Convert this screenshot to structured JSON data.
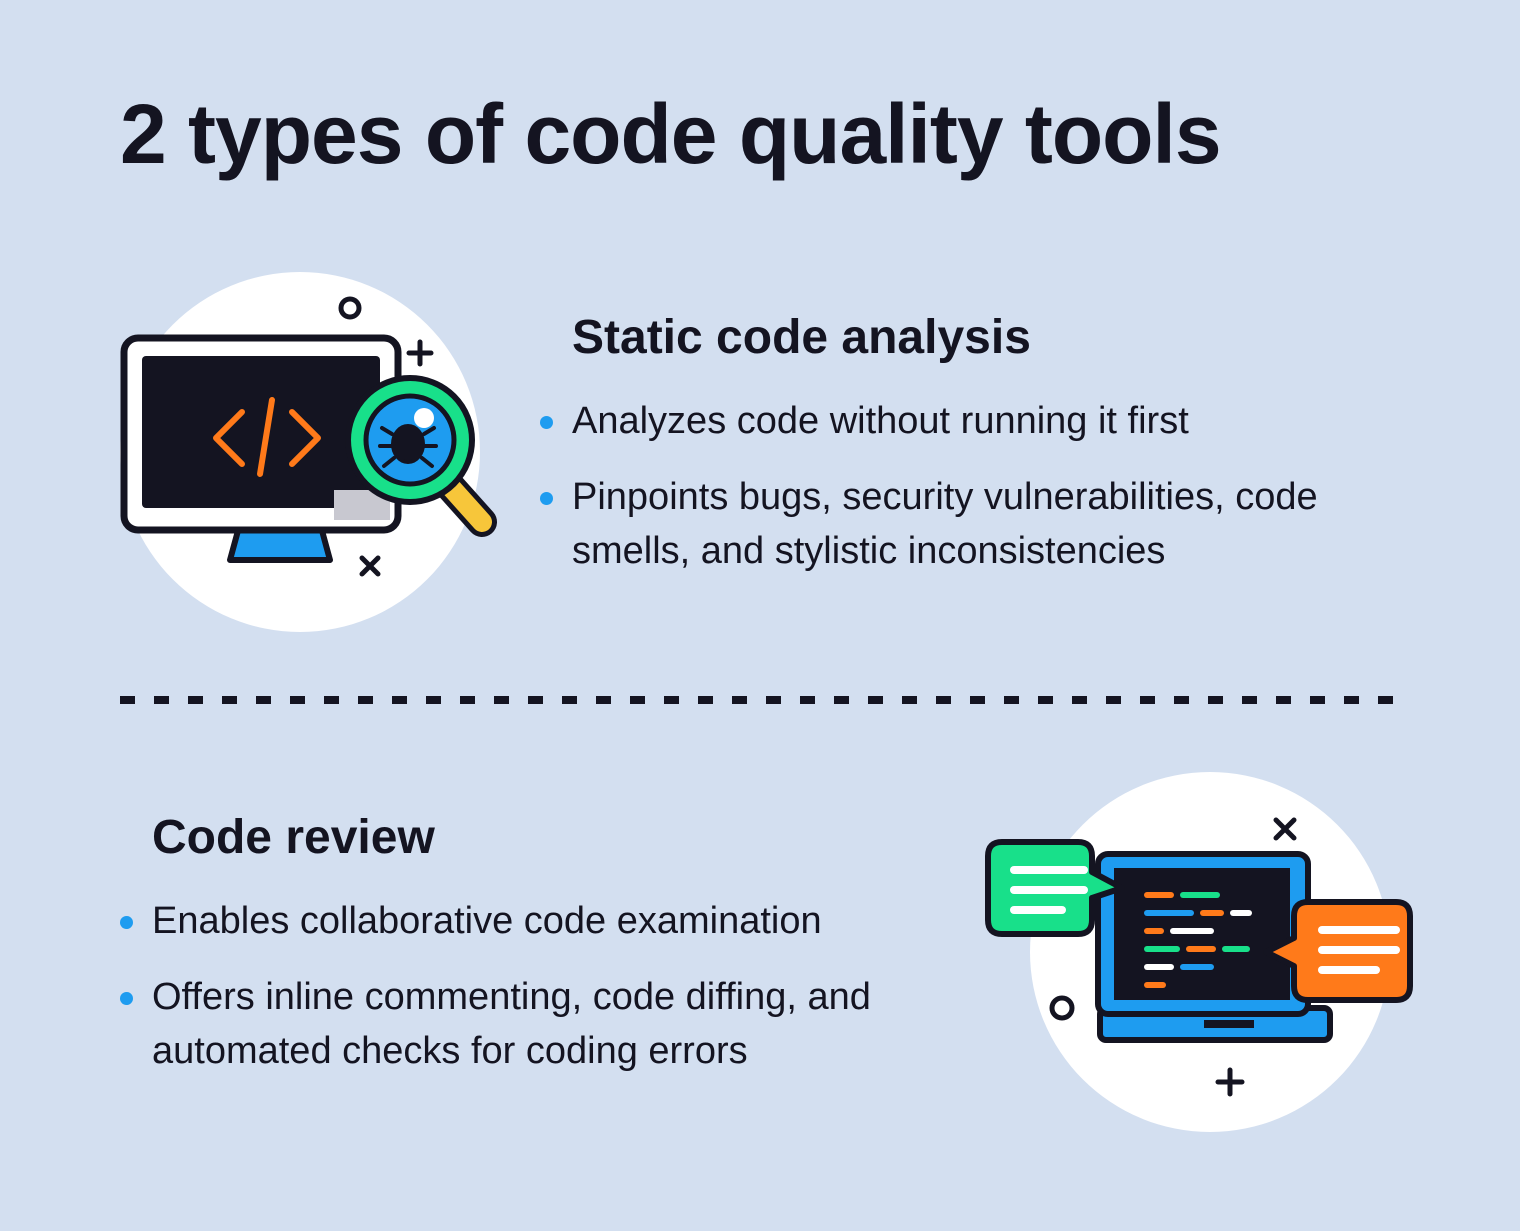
{
  "title": "2 types of code quality tools",
  "sections": [
    {
      "heading": "Static code analysis",
      "points": [
        "Analyzes code without running it first",
        "Pinpoints bugs, security vulnerabilities, code smells, and stylistic inconsistencies"
      ],
      "illustration": [
        "monitor-icon",
        "code-brackets-icon",
        "magnifier-icon",
        "bug-icon"
      ]
    },
    {
      "heading": "Code review",
      "points": [
        "Enables collaborative code examination",
        "Offers inline commenting, code diffing, and automated checks for coding errors"
      ],
      "illustration": [
        "laptop-icon",
        "chat-bubble-icon"
      ]
    }
  ],
  "colors": {
    "background": "#d3dff0",
    "ink": "#141421",
    "blue": "#1e9cf0",
    "green": "#18e08a",
    "orange": "#ff7a1a",
    "yellow": "#f7c63a"
  }
}
